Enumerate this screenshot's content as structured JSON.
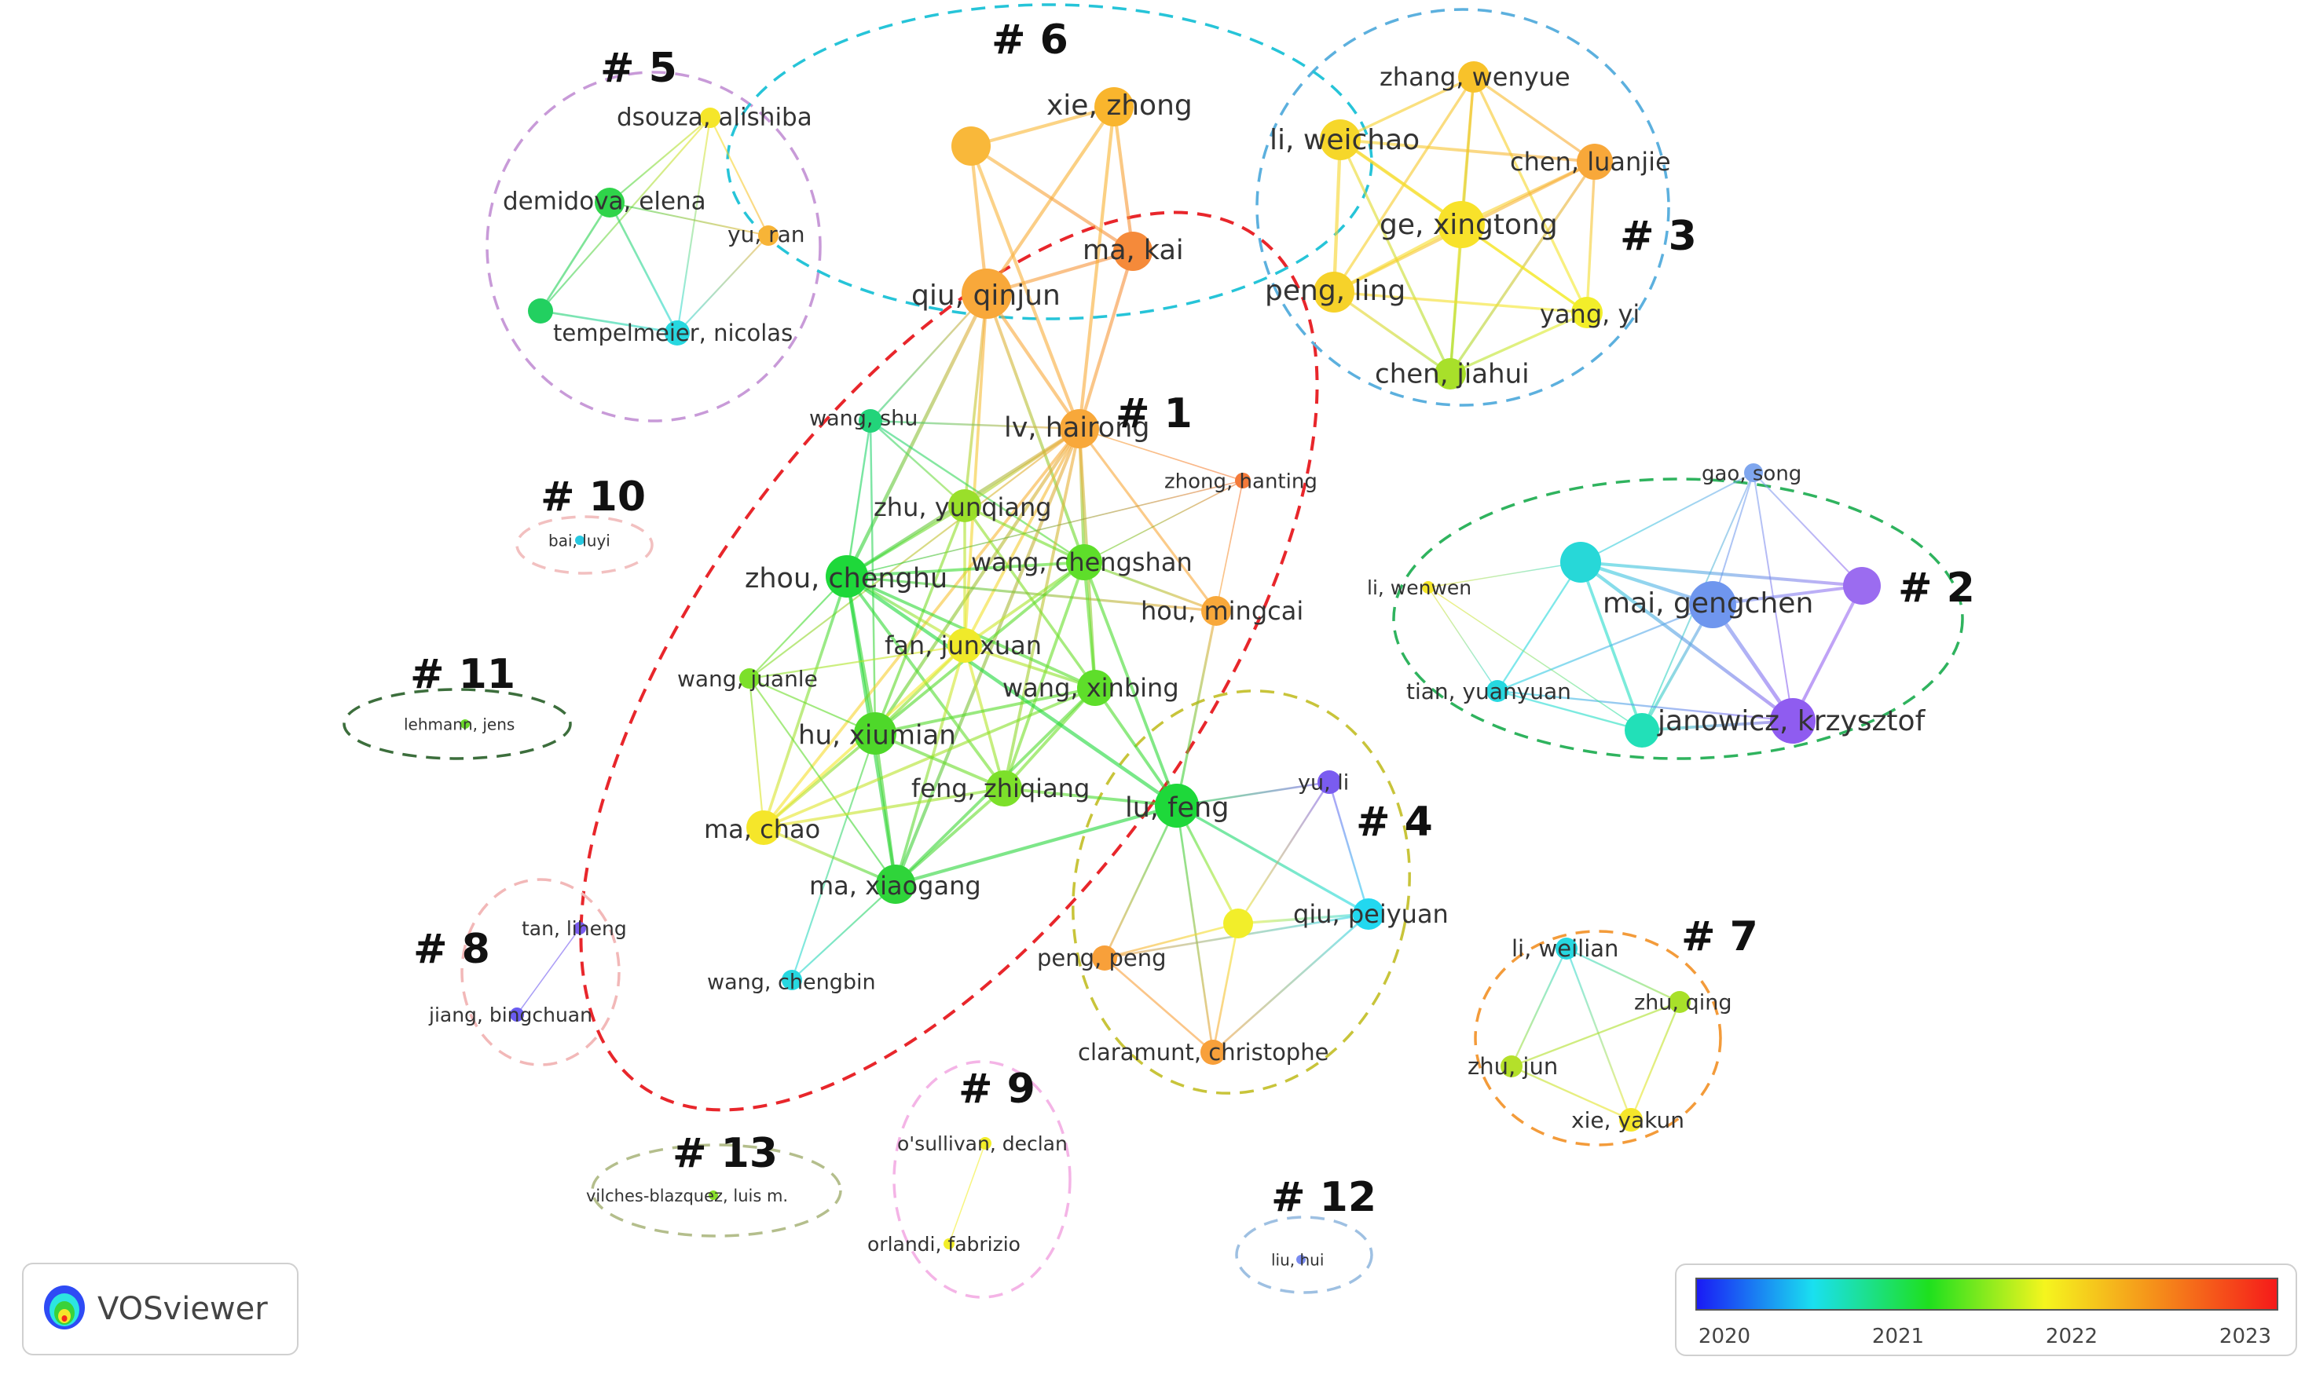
{
  "graph": {
    "clusters": [
      {
        "id": "c1",
        "label": "# 1",
        "color": "#e8262b"
      },
      {
        "id": "c2",
        "label": "# 2",
        "color": "#2fb35e"
      },
      {
        "id": "c3",
        "label": "# 3",
        "color": "#5cb0de"
      },
      {
        "id": "c4",
        "label": "# 4",
        "color": "#c8c43a"
      },
      {
        "id": "c5",
        "label": "# 5",
        "color": "#c89ad8"
      },
      {
        "id": "c6",
        "label": "# 6",
        "color": "#26c4d8"
      },
      {
        "id": "c7",
        "label": "# 7",
        "color": "#f39b3a"
      },
      {
        "id": "c8",
        "label": "# 8",
        "color": "#f2b8b8"
      },
      {
        "id": "c9",
        "label": "# 9",
        "color": "#f4b4e6"
      },
      {
        "id": "c10",
        "label": "# 10",
        "color": "#f2c0c0"
      },
      {
        "id": "c11",
        "label": "# 11",
        "color": "#3c6e3c"
      },
      {
        "id": "c12",
        "label": "# 12",
        "color": "#9ec0e2"
      },
      {
        "id": "c13",
        "label": "# 13",
        "color": "#b4be8c"
      }
    ],
    "nodes": [
      {
        "id": "dsouza",
        "label": "dsouza, alishiba",
        "color": "#f5e62a",
        "cluster": "c5"
      },
      {
        "id": "demidova",
        "label": "demidova, elena",
        "color": "#2fd44a",
        "cluster": "c5"
      },
      {
        "id": "yuran",
        "label": "yu, ran",
        "color": "#f7b437",
        "cluster": "c5"
      },
      {
        "id": "tempelmeier",
        "label": "tempelmeier, nicolas",
        "color": "#27d8e0",
        "cluster": "c5"
      },
      {
        "id": "c5unk",
        "label": "",
        "color": "#22d060",
        "cluster": "c5"
      },
      {
        "id": "xiezhong",
        "label": "xie, zhong",
        "color": "#f9b52d",
        "cluster": "c6"
      },
      {
        "id": "c6unk",
        "label": "",
        "color": "#f9b83a",
        "cluster": "c6"
      },
      {
        "id": "makai",
        "label": "ma, kai",
        "color": "#f58a3a",
        "cluster": "c6"
      },
      {
        "id": "qiuqinjun",
        "label": "qiu, qinjun",
        "color": "#f8a83a",
        "cluster": "c6"
      },
      {
        "id": "zhangwenyue",
        "label": "zhang, wenyue",
        "color": "#f8c22a",
        "cluster": "c3"
      },
      {
        "id": "liweichao",
        "label": "li, weichao",
        "color": "#f6d72a",
        "cluster": "c3"
      },
      {
        "id": "chenluanjie",
        "label": "chen, luanjie",
        "color": "#f8a83a",
        "cluster": "c3"
      },
      {
        "id": "gexingtong",
        "label": "ge, xingtong",
        "color": "#f8e22a",
        "cluster": "c3"
      },
      {
        "id": "pengling",
        "label": "peng, ling",
        "color": "#f6d22a",
        "cluster": "c3"
      },
      {
        "id": "yangyi",
        "label": "yang, yi",
        "color": "#f2ee2a",
        "cluster": "c3"
      },
      {
        "id": "chenjiahui",
        "label": "chen, jiahui",
        "color": "#a8e02a",
        "cluster": "c3"
      },
      {
        "id": "wangshu",
        "label": "wang, shu",
        "color": "#22d47a",
        "cluster": "c1"
      },
      {
        "id": "lvhairong",
        "label": "lv, hairong",
        "color": "#f8a83a",
        "cluster": "c1"
      },
      {
        "id": "zhonghanting",
        "label": "zhong, hanting",
        "color": "#f47a3a",
        "cluster": "c1"
      },
      {
        "id": "zhuyunqiang",
        "label": "zhu, yunqiang",
        "color": "#9adf2a",
        "cluster": "c1"
      },
      {
        "id": "zhouchenghu",
        "label": "zhou, chenghu",
        "color": "#1ed83a",
        "cluster": "c1"
      },
      {
        "id": "wangchengshan",
        "label": "wang, chengshan",
        "color": "#5ede2a",
        "cluster": "c1"
      },
      {
        "id": "houmingcai",
        "label": "hou, mingcai",
        "color": "#f8a83a",
        "cluster": "c1"
      },
      {
        "id": "fanjunxuan",
        "label": "fan, junxuan",
        "color": "#f0ea2a",
        "cluster": "c1"
      },
      {
        "id": "wangjuanle",
        "label": "wang, juanle",
        "color": "#7ce02a",
        "cluster": "c1"
      },
      {
        "id": "wangxinbing",
        "label": "wang, xinbing",
        "color": "#5ede2a",
        "cluster": "c1"
      },
      {
        "id": "huxiumian",
        "label": "hu, xiumian",
        "color": "#4ed82a",
        "cluster": "c1"
      },
      {
        "id": "fengzhiqiang",
        "label": "feng, zhiqiang",
        "color": "#7ce02a",
        "cluster": "c1"
      },
      {
        "id": "machao",
        "label": "ma, chao",
        "color": "#f5e62a",
        "cluster": "c1"
      },
      {
        "id": "maxiaogang",
        "label": "ma, xiaogang",
        "color": "#2fd43a",
        "cluster": "c1"
      },
      {
        "id": "wangchengbin",
        "label": "wang, chengbin",
        "color": "#27d8e0",
        "cluster": "c1"
      },
      {
        "id": "gaosong",
        "label": "gao, song",
        "color": "#7fa6ee",
        "cluster": "c2"
      },
      {
        "id": "liwenwen",
        "label": "li, wenwen",
        "color": "#f5e62a",
        "cluster": "c2"
      },
      {
        "id": "c2cyan",
        "label": "",
        "color": "#27d8d8",
        "cluster": "c2"
      },
      {
        "id": "maigengchen",
        "label": "mai, gengchen",
        "color": "#6f96ee",
        "cluster": "c2"
      },
      {
        "id": "c2purple",
        "label": "",
        "color": "#9b6cf0",
        "cluster": "c2"
      },
      {
        "id": "tianyuanyuan",
        "label": "tian, yuanyuan",
        "color": "#27d8e0",
        "cluster": "c2"
      },
      {
        "id": "c2teal",
        "label": "",
        "color": "#22e0b8",
        "cluster": "c2"
      },
      {
        "id": "janowicz",
        "label": "janowicz, krzysztof",
        "color": "#8f5cf0",
        "cluster": "c2"
      },
      {
        "id": "yuli",
        "label": "yu, li",
        "color": "#7a5cf0",
        "cluster": "c4"
      },
      {
        "id": "lufeng",
        "label": "lu, feng",
        "color": "#1ed83a",
        "cluster": "c4"
      },
      {
        "id": "c4yellow",
        "label": "",
        "color": "#f2ee2a",
        "cluster": "c4"
      },
      {
        "id": "qiupeiyuan",
        "label": "qiu, peiyuan",
        "color": "#22d8f0",
        "cluster": "c4"
      },
      {
        "id": "pengpeng",
        "label": "peng, peng",
        "color": "#f8a03a",
        "cluster": "c4"
      },
      {
        "id": "claramunt",
        "label": "claramunt, christophe",
        "color": "#f8a03a",
        "cluster": "c4"
      },
      {
        "id": "liweilian",
        "label": "li, weilian",
        "color": "#27d8e0",
        "cluster": "c7"
      },
      {
        "id": "zhuqing",
        "label": "zhu, qing",
        "color": "#a8e02a",
        "cluster": "c7"
      },
      {
        "id": "zhujun",
        "label": "zhu, jun",
        "color": "#b4e02a",
        "cluster": "c7"
      },
      {
        "id": "xieyakun",
        "label": "xie, yakun",
        "color": "#f5e62a",
        "cluster": "c7"
      },
      {
        "id": "tanliheng",
        "label": "tan, liheng",
        "color": "#7a5cf0",
        "cluster": "c8"
      },
      {
        "id": "jiangbingchuan",
        "label": "jiang, bingchuan",
        "color": "#6a5cf0",
        "cluster": "c8"
      },
      {
        "id": "osullivan",
        "label": "o'sullivan, declan",
        "color": "#f2ee2a",
        "cluster": "c9"
      },
      {
        "id": "orlandi",
        "label": "orlandi, fabrizio",
        "color": "#f2ee2a",
        "cluster": "c9"
      },
      {
        "id": "baiyuyi",
        "label": "bai, luyi",
        "color": "#27c8e0",
        "cluster": "c10"
      },
      {
        "id": "lehmann",
        "label": "lehmann, jens",
        "color": "#6ad82a",
        "cluster": "c11"
      },
      {
        "id": "liuhui",
        "label": "liu, hui",
        "color": "#7a8cf0",
        "cluster": "c12"
      },
      {
        "id": "vilches",
        "label": "vilches-blazquez, luis m.",
        "color": "#8adf2a",
        "cluster": "c13"
      }
    ],
    "edges": [
      [
        "dsouza",
        "demidova"
      ],
      [
        "dsouza",
        "yuran"
      ],
      [
        "dsouza",
        "tempelmeier"
      ],
      [
        "dsouza",
        "c5unk"
      ],
      [
        "demidova",
        "yuran"
      ],
      [
        "demidova",
        "tempelmeier"
      ],
      [
        "demidova",
        "c5unk"
      ],
      [
        "c5unk",
        "tempelmeier"
      ],
      [
        "yuran",
        "tempelmeier"
      ],
      [
        "xiezhong",
        "c6unk"
      ],
      [
        "xiezhong",
        "makai"
      ],
      [
        "xiezhong",
        "qiuqinjun"
      ],
      [
        "c6unk",
        "makai"
      ],
      [
        "c6unk",
        "qiuqinjun"
      ],
      [
        "makai",
        "qiuqinjun"
      ],
      [
        "zhangwenyue",
        "liweichao"
      ],
      [
        "zhangwenyue",
        "chenluanjie"
      ],
      [
        "zhangwenyue",
        "gexingtong"
      ],
      [
        "zhangwenyue",
        "pengling"
      ],
      [
        "zhangwenyue",
        "yangyi"
      ],
      [
        "zhangwenyue",
        "chenjiahui"
      ],
      [
        "liweichao",
        "chenluanjie"
      ],
      [
        "liweichao",
        "gexingtong"
      ],
      [
        "liweichao",
        "pengling"
      ],
      [
        "liweichao",
        "yangyi"
      ],
      [
        "liweichao",
        "chenjiahui"
      ],
      [
        "chenluanjie",
        "gexingtong"
      ],
      [
        "chenluanjie",
        "pengling"
      ],
      [
        "chenluanjie",
        "yangyi"
      ],
      [
        "chenluanjie",
        "chenjiahui"
      ],
      [
        "gexingtong",
        "pengling"
      ],
      [
        "gexingtong",
        "yangyi"
      ],
      [
        "gexingtong",
        "chenjiahui"
      ],
      [
        "pengling",
        "yangyi"
      ],
      [
        "pengling",
        "chenjiahui"
      ],
      [
        "yangyi",
        "chenjiahui"
      ],
      [
        "qiuqinjun",
        "wangshu"
      ],
      [
        "qiuqinjun",
        "lvhairong"
      ],
      [
        "qiuqinjun",
        "zhuyunqiang"
      ],
      [
        "qiuqinjun",
        "zhouchenghu"
      ],
      [
        "qiuqinjun",
        "wangchengshan"
      ],
      [
        "qiuqinjun",
        "fanjunxuan"
      ],
      [
        "makai",
        "lvhairong"
      ],
      [
        "c6unk",
        "lvhairong"
      ],
      [
        "xiezhong",
        "lvhairong"
      ],
      [
        "wangshu",
        "zhuyunqiang"
      ],
      [
        "wangshu",
        "zhouchenghu"
      ],
      [
        "wangshu",
        "lvhairong"
      ],
      [
        "wangshu",
        "huxiumian"
      ],
      [
        "wangshu",
        "wangchengshan"
      ],
      [
        "lvhairong",
        "zhuyunqiang"
      ],
      [
        "lvhairong",
        "zhouchenghu"
      ],
      [
        "lvhairong",
        "wangchengshan"
      ],
      [
        "lvhairong",
        "houmingcai"
      ],
      [
        "lvhairong",
        "fanjunxuan"
      ],
      [
        "lvhairong",
        "wangxinbing"
      ],
      [
        "lvhairong",
        "huxiumian"
      ],
      [
        "lvhairong",
        "fengzhiqiang"
      ],
      [
        "lvhairong",
        "machao"
      ],
      [
        "lvhairong",
        "maxiaogang"
      ],
      [
        "lvhairong",
        "wangjuanle"
      ],
      [
        "zhonghanting",
        "houmingcai"
      ],
      [
        "zhonghanting",
        "lvhairong"
      ],
      [
        "zhonghanting",
        "zhouchenghu"
      ],
      [
        "zhonghanting",
        "wangchengshan"
      ],
      [
        "zhuyunqiang",
        "zhouchenghu"
      ],
      [
        "zhuyunqiang",
        "wangchengshan"
      ],
      [
        "zhuyunqiang",
        "fanjunxuan"
      ],
      [
        "zhuyunqiang",
        "huxiumian"
      ],
      [
        "zhuyunqiang",
        "wangxinbing"
      ],
      [
        "zhouchenghu",
        "wangchengshan"
      ],
      [
        "zhouchenghu",
        "fanjunxuan"
      ],
      [
        "zhouchenghu",
        "wangjuanle"
      ],
      [
        "zhouchenghu",
        "huxiumian"
      ],
      [
        "zhouchenghu",
        "wangxinbing"
      ],
      [
        "zhouchenghu",
        "fengzhiqiang"
      ],
      [
        "zhouchenghu",
        "machao"
      ],
      [
        "zhouchenghu",
        "maxiaogang"
      ],
      [
        "zhouchenghu",
        "houmingcai"
      ],
      [
        "wangchengshan",
        "fanjunxuan"
      ],
      [
        "wangchengshan",
        "wangxinbing"
      ],
      [
        "wangchengshan",
        "houmingcai"
      ],
      [
        "wangchengshan",
        "huxiumian"
      ],
      [
        "wangchengshan",
        "fengzhiqiang"
      ],
      [
        "wangchengshan",
        "lufeng"
      ],
      [
        "fanjunxuan",
        "wangxinbing"
      ],
      [
        "fanjunxuan",
        "huxiumian"
      ],
      [
        "fanjunxuan",
        "fengzhiqiang"
      ],
      [
        "fanjunxuan",
        "machao"
      ],
      [
        "fanjunxuan",
        "maxiaogang"
      ],
      [
        "fanjunxuan",
        "wangjuanle"
      ],
      [
        "wangjuanle",
        "huxiumian"
      ],
      [
        "wangjuanle",
        "machao"
      ],
      [
        "wangjuanle",
        "maxiaogang"
      ],
      [
        "wangxinbing",
        "huxiumian"
      ],
      [
        "wangxinbing",
        "fengzhiqiang"
      ],
      [
        "wangxinbing",
        "lufeng"
      ],
      [
        "wangxinbing",
        "machao"
      ],
      [
        "wangxinbing",
        "maxiaogang"
      ],
      [
        "huxiumian",
        "fengzhiqiang"
      ],
      [
        "huxiumian",
        "machao"
      ],
      [
        "huxiumian",
        "maxiaogang"
      ],
      [
        "huxiumian",
        "wangchengbin"
      ],
      [
        "fengzhiqiang",
        "machao"
      ],
      [
        "fengzhiqiang",
        "maxiaogang"
      ],
      [
        "fengzhiqiang",
        "lufeng"
      ],
      [
        "machao",
        "maxiaogang"
      ],
      [
        "maxiaogang",
        "wangchengbin"
      ],
      [
        "maxiaogang",
        "lufeng"
      ],
      [
        "houmingcai",
        "lufeng"
      ],
      [
        "zhouchenghu",
        "lufeng"
      ],
      [
        "lufeng",
        "yuli"
      ],
      [
        "lufeng",
        "c4yellow"
      ],
      [
        "lufeng",
        "qiupeiyuan"
      ],
      [
        "lufeng",
        "pengpeng"
      ],
      [
        "lufeng",
        "claramunt"
      ],
      [
        "yuli",
        "qiupeiyuan"
      ],
      [
        "yuli",
        "c4yellow"
      ],
      [
        "c4yellow",
        "qiupeiyuan"
      ],
      [
        "c4yellow",
        "pengpeng"
      ],
      [
        "c4yellow",
        "claramunt"
      ],
      [
        "pengpeng",
        "claramunt"
      ],
      [
        "pengpeng",
        "qiupeiyuan"
      ],
      [
        "claramunt",
        "qiupeiyuan"
      ],
      [
        "gaosong",
        "c2cyan"
      ],
      [
        "gaosong",
        "maigengchen"
      ],
      [
        "gaosong",
        "c2purple"
      ],
      [
        "gaosong",
        "janowicz"
      ],
      [
        "gaosong",
        "c2teal"
      ],
      [
        "c2cyan",
        "maigengchen"
      ],
      [
        "c2cyan",
        "c2purple"
      ],
      [
        "c2cyan",
        "janowicz"
      ],
      [
        "c2cyan",
        "c2teal"
      ],
      [
        "c2cyan",
        "tianyuanyuan"
      ],
      [
        "c2cyan",
        "liwenwen"
      ],
      [
        "maigengchen",
        "c2purple"
      ],
      [
        "maigengchen",
        "janowicz"
      ],
      [
        "maigengchen",
        "c2teal"
      ],
      [
        "maigengchen",
        "tianyuanyuan"
      ],
      [
        "c2purple",
        "janowicz"
      ],
      [
        "c2teal",
        "janowicz"
      ],
      [
        "tianyuanyuan",
        "janowicz"
      ],
      [
        "tianyuanyuan",
        "c2teal"
      ],
      [
        "liwenwen",
        "tianyuanyuan"
      ],
      [
        "liwenwen",
        "c2teal"
      ],
      [
        "liweilian",
        "zhuqing"
      ],
      [
        "liweilian",
        "zhujun"
      ],
      [
        "liweilian",
        "xieyakun"
      ],
      [
        "zhuqing",
        "zhujun"
      ],
      [
        "zhuqing",
        "xieyakun"
      ],
      [
        "zhujun",
        "xieyakun"
      ],
      [
        "tanliheng",
        "jiangbingchuan"
      ],
      [
        "osullivan",
        "orlandi"
      ]
    ]
  },
  "legend": {
    "ticks": [
      "2020",
      "2021",
      "2022",
      "2023"
    ],
    "gradient": [
      "#1a1af5",
      "#1ae0f0",
      "#1ee01e",
      "#f5f51e",
      "#f58a1a",
      "#f51a1a"
    ]
  },
  "logo": {
    "text": "VOSviewer",
    "colors": [
      "#2e4bf5",
      "#2ce6e0",
      "#3ad23a",
      "#f5e62a",
      "#f52a1a"
    ]
  }
}
